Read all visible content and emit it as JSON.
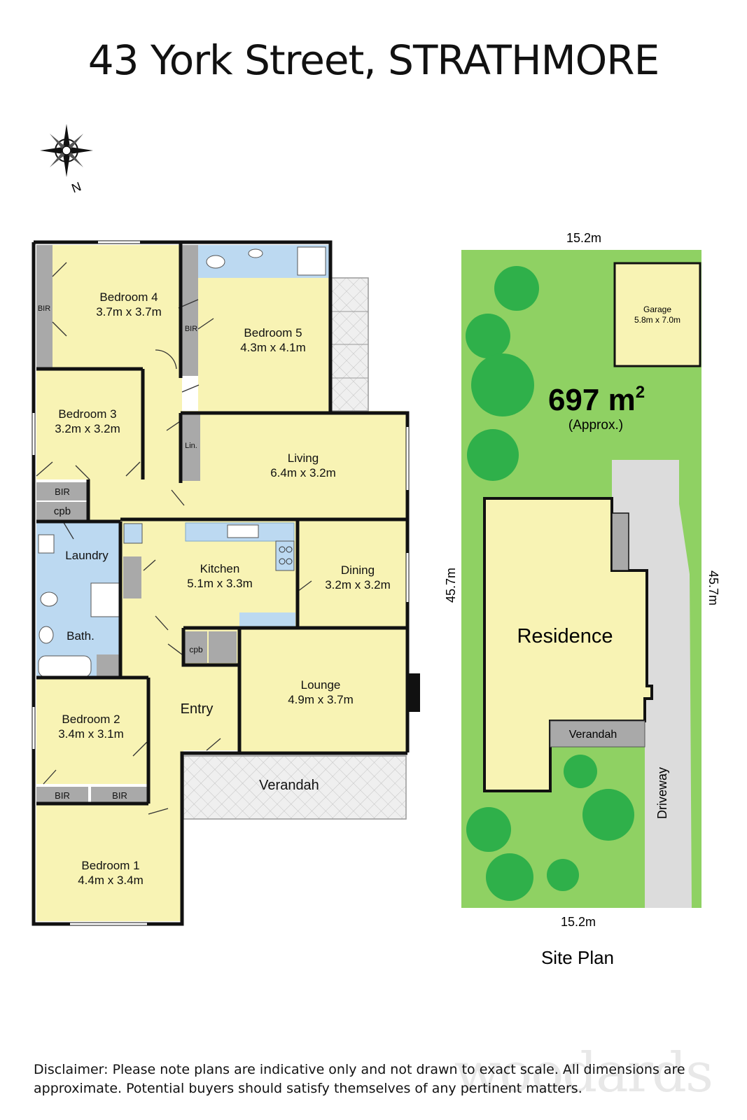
{
  "title": "43 York Street, STRATHMORE",
  "compass": {
    "north_label": "N",
    "icon": "compass-icon"
  },
  "rooms": {
    "bedroom4": {
      "name": "Bedroom 4",
      "dims": "3.7m x 3.7m"
    },
    "bedroom5": {
      "name": "Bedroom 5",
      "dims": "4.3m x 4.1m"
    },
    "bedroom3": {
      "name": "Bedroom 3",
      "dims": "3.2m x 3.2m"
    },
    "living": {
      "name": "Living",
      "dims": "6.4m x 3.2m"
    },
    "kitchen": {
      "name": "Kitchen",
      "dims": "5.1m x 3.3m"
    },
    "dining": {
      "name": "Dining",
      "dims": "3.2m x 3.2m"
    },
    "lounge": {
      "name": "Lounge",
      "dims": "4.9m x 3.7m"
    },
    "bedroom2": {
      "name": "Bedroom 2",
      "dims": "3.4m x 3.1m"
    },
    "bedroom1": {
      "name": "Bedroom 1",
      "dims": "4.4m x 3.4m"
    },
    "laundry": {
      "name": "Laundry"
    },
    "bath": {
      "name": "Bath."
    },
    "entry": {
      "name": "Entry"
    },
    "verandah": {
      "name": "Verandah"
    }
  },
  "labels": {
    "bir": "BIR",
    "cpb": "cpb",
    "lin": "Lin."
  },
  "site_plan": {
    "caption": "Site Plan",
    "top_width": "15.2m",
    "bottom_width": "15.2m",
    "left_length": "45.7m",
    "right_length": "45.7m",
    "area": "697 m",
    "area_sup": "2",
    "approx": "(Approx.)",
    "garage_name": "Garage",
    "garage_dims": "5.8m x 7.0m",
    "residence": "Residence",
    "verandah": "Verandah",
    "driveway": "Driveway"
  },
  "colors": {
    "room": "#f8f3b4",
    "wet": "#bcd9f1",
    "grey": "#a9a9a9",
    "lawn": "#8fd163",
    "tree": "#2fb04a",
    "drive": "#dcdcdc"
  },
  "disclaimer": "Disclaimer: Please note plans are indicative only and not drawn to exact scale. All dimensions are approximate. Potential buyers should satisfy themselves of any pertinent matters.",
  "watermark": "woodards"
}
